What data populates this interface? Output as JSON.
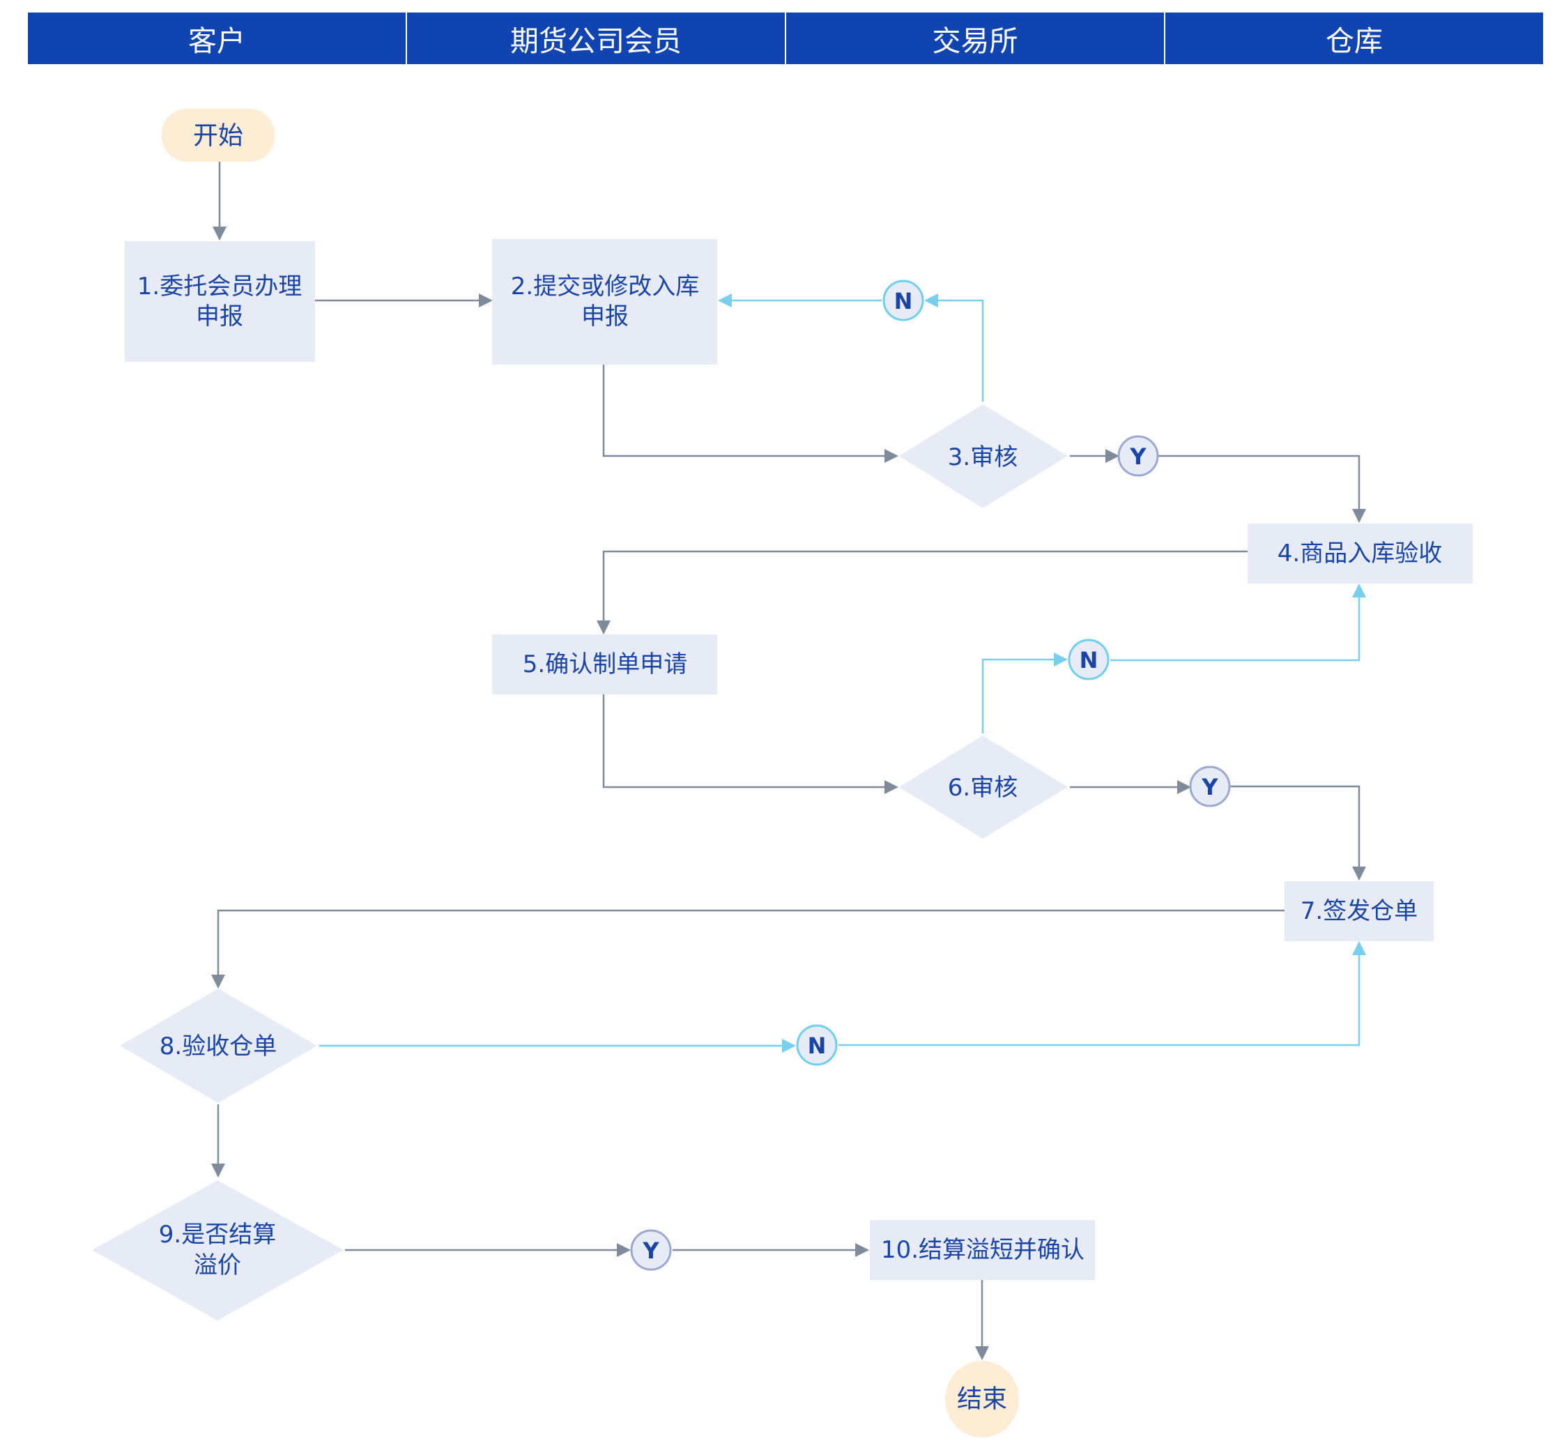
{
  "lanes": [
    "客户",
    "期货公司会员",
    "交易所",
    "仓库"
  ],
  "nodes": {
    "start": "开始",
    "step1": [
      "1.委托会员办理",
      "申报"
    ],
    "step2": [
      "2.提交或修改入库",
      "申报"
    ],
    "step3": "3.审核",
    "step4": "4.商品入库验收",
    "step5": "5.确认制单申请",
    "step6": "6.审核",
    "step7": "7.签发仓单",
    "step8": "8.验收仓单",
    "step9": [
      "9.是否结算",
      "溢价"
    ],
    "step10": "10.结算溢短并确认",
    "end": "结束"
  },
  "badges": {
    "yes": "Y",
    "no": "N"
  },
  "colors": {
    "header": "#1044B1",
    "process_fill": "#E6EBF6",
    "terminal_fill": "#FEEDD5",
    "text": "#1A44A6",
    "flow_line": "#7F8A9B",
    "no_line": "#78D0EE",
    "yes_badge_stroke": "#9DA8D2",
    "no_badge_stroke": "#6FD0EE"
  }
}
